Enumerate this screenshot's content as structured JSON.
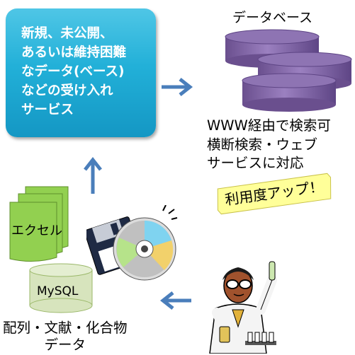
{
  "service_box": {
    "lines": [
      "新規、未公開、",
      "あるいは維持困難",
      "なデータ(ベース)",
      "などの受け入れ",
      "サービス"
    ]
  },
  "database": {
    "title": "データベース"
  },
  "www_text": {
    "lines": [
      "WWW経由で検索可",
      "横断検索・ウェブ",
      "サービスに対応"
    ]
  },
  "usage_banner": {
    "label": "利用度アップ！"
  },
  "excel_doc": {
    "label": "エクセル"
  },
  "mysql_db": {
    "label": "MySQL"
  },
  "bottom_label": {
    "lines": [
      "配列・文献・化合物",
      "データ"
    ]
  },
  "colors": {
    "service_box": "#22b0d8",
    "arrow": "#4a7ebb",
    "database_cylinder": "#8064a2",
    "excel_sheet": "#92d050",
    "mysql_cylinder": "#d7e4bd",
    "banner": "#ffff99"
  },
  "icons": [
    "arrow-right-icon",
    "arrow-up-icon",
    "arrow-left-icon",
    "floppy-disk-icon",
    "cd-disc-icon",
    "scientist-icon"
  ]
}
